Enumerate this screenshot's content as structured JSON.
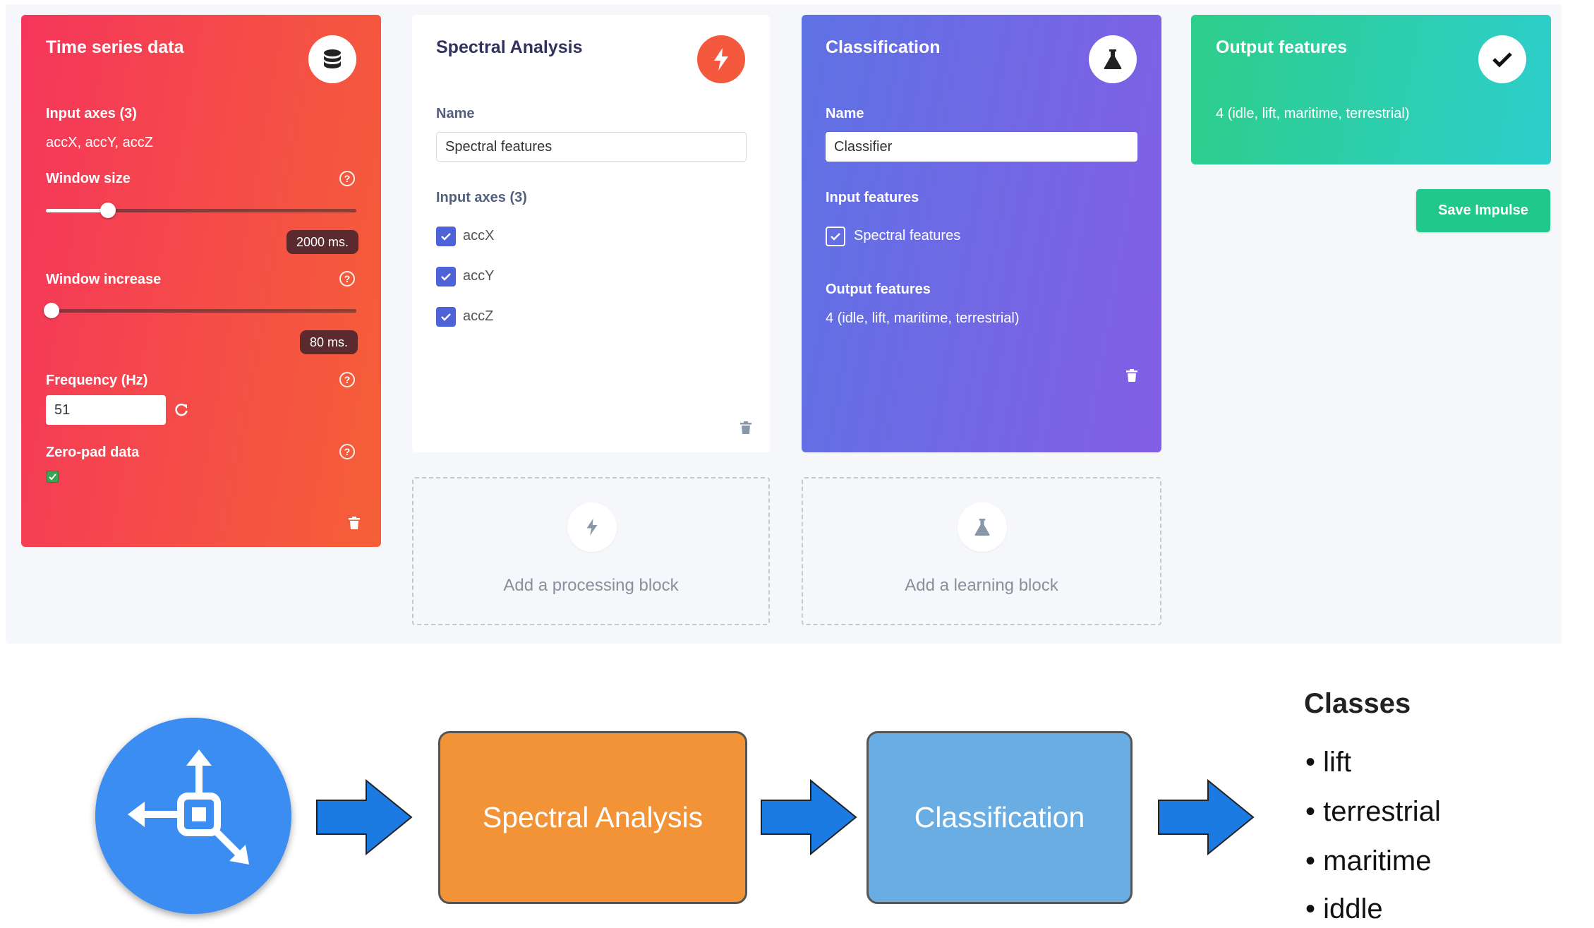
{
  "time_series": {
    "title": "Time series data",
    "input_axes_label": "Input axes (3)",
    "input_axes_value": "accX, accY, accZ",
    "window_size_label": "Window size",
    "window_size_value": "2000 ms.",
    "window_size_level": 0.2,
    "window_increase_label": "Window increase",
    "window_increase_value": "80 ms.",
    "window_increase_level": 0.0,
    "frequency_label": "Frequency (Hz)",
    "frequency_value": "51",
    "zero_pad_label": "Zero-pad data",
    "zero_pad_checked": true,
    "icon": "database-icon",
    "gradient": [
      "#f5365c",
      "#f56036"
    ]
  },
  "spectral": {
    "title": "Spectral Analysis",
    "name_label": "Name",
    "name_value": "Spectral features",
    "input_axes_label": "Input axes (3)",
    "axes": [
      "accX",
      "accY",
      "accZ"
    ],
    "icon": "lightning-icon",
    "icon_color": "#f5593d"
  },
  "classification": {
    "title": "Classification",
    "name_label": "Name",
    "name_value": "Classifier",
    "input_features_label": "Input features",
    "input_feature": "Spectral features",
    "output_features_label": "Output features",
    "output_features_value": "4 (idle, lift, maritime, terrestrial)",
    "icon": "flask-icon",
    "gradient": [
      "#5e72e4",
      "#825ee4"
    ]
  },
  "output": {
    "title": "Output features",
    "value": "4 (idle, lift, maritime, terrestrial)",
    "icon": "checkmark-icon",
    "gradient": [
      "#2dce89",
      "#2dcecc"
    ]
  },
  "add_processing": {
    "label": "Add a processing block",
    "icon": "lightning-icon"
  },
  "add_learning": {
    "label": "Add a learning block",
    "icon": "flask-icon"
  },
  "save_button": "Save Impulse",
  "flow": {
    "sensor_icon": "accelerometer-axes-icon",
    "box1": "Spectral Analysis",
    "box2": "Classification",
    "box1_color": "#f29338",
    "box2_color": "#6aade3",
    "arrow_color": "#1c7ae3"
  },
  "classes": {
    "title": "Classes",
    "items": [
      "lift",
      "terrestrial",
      "maritime",
      "iddle"
    ]
  }
}
